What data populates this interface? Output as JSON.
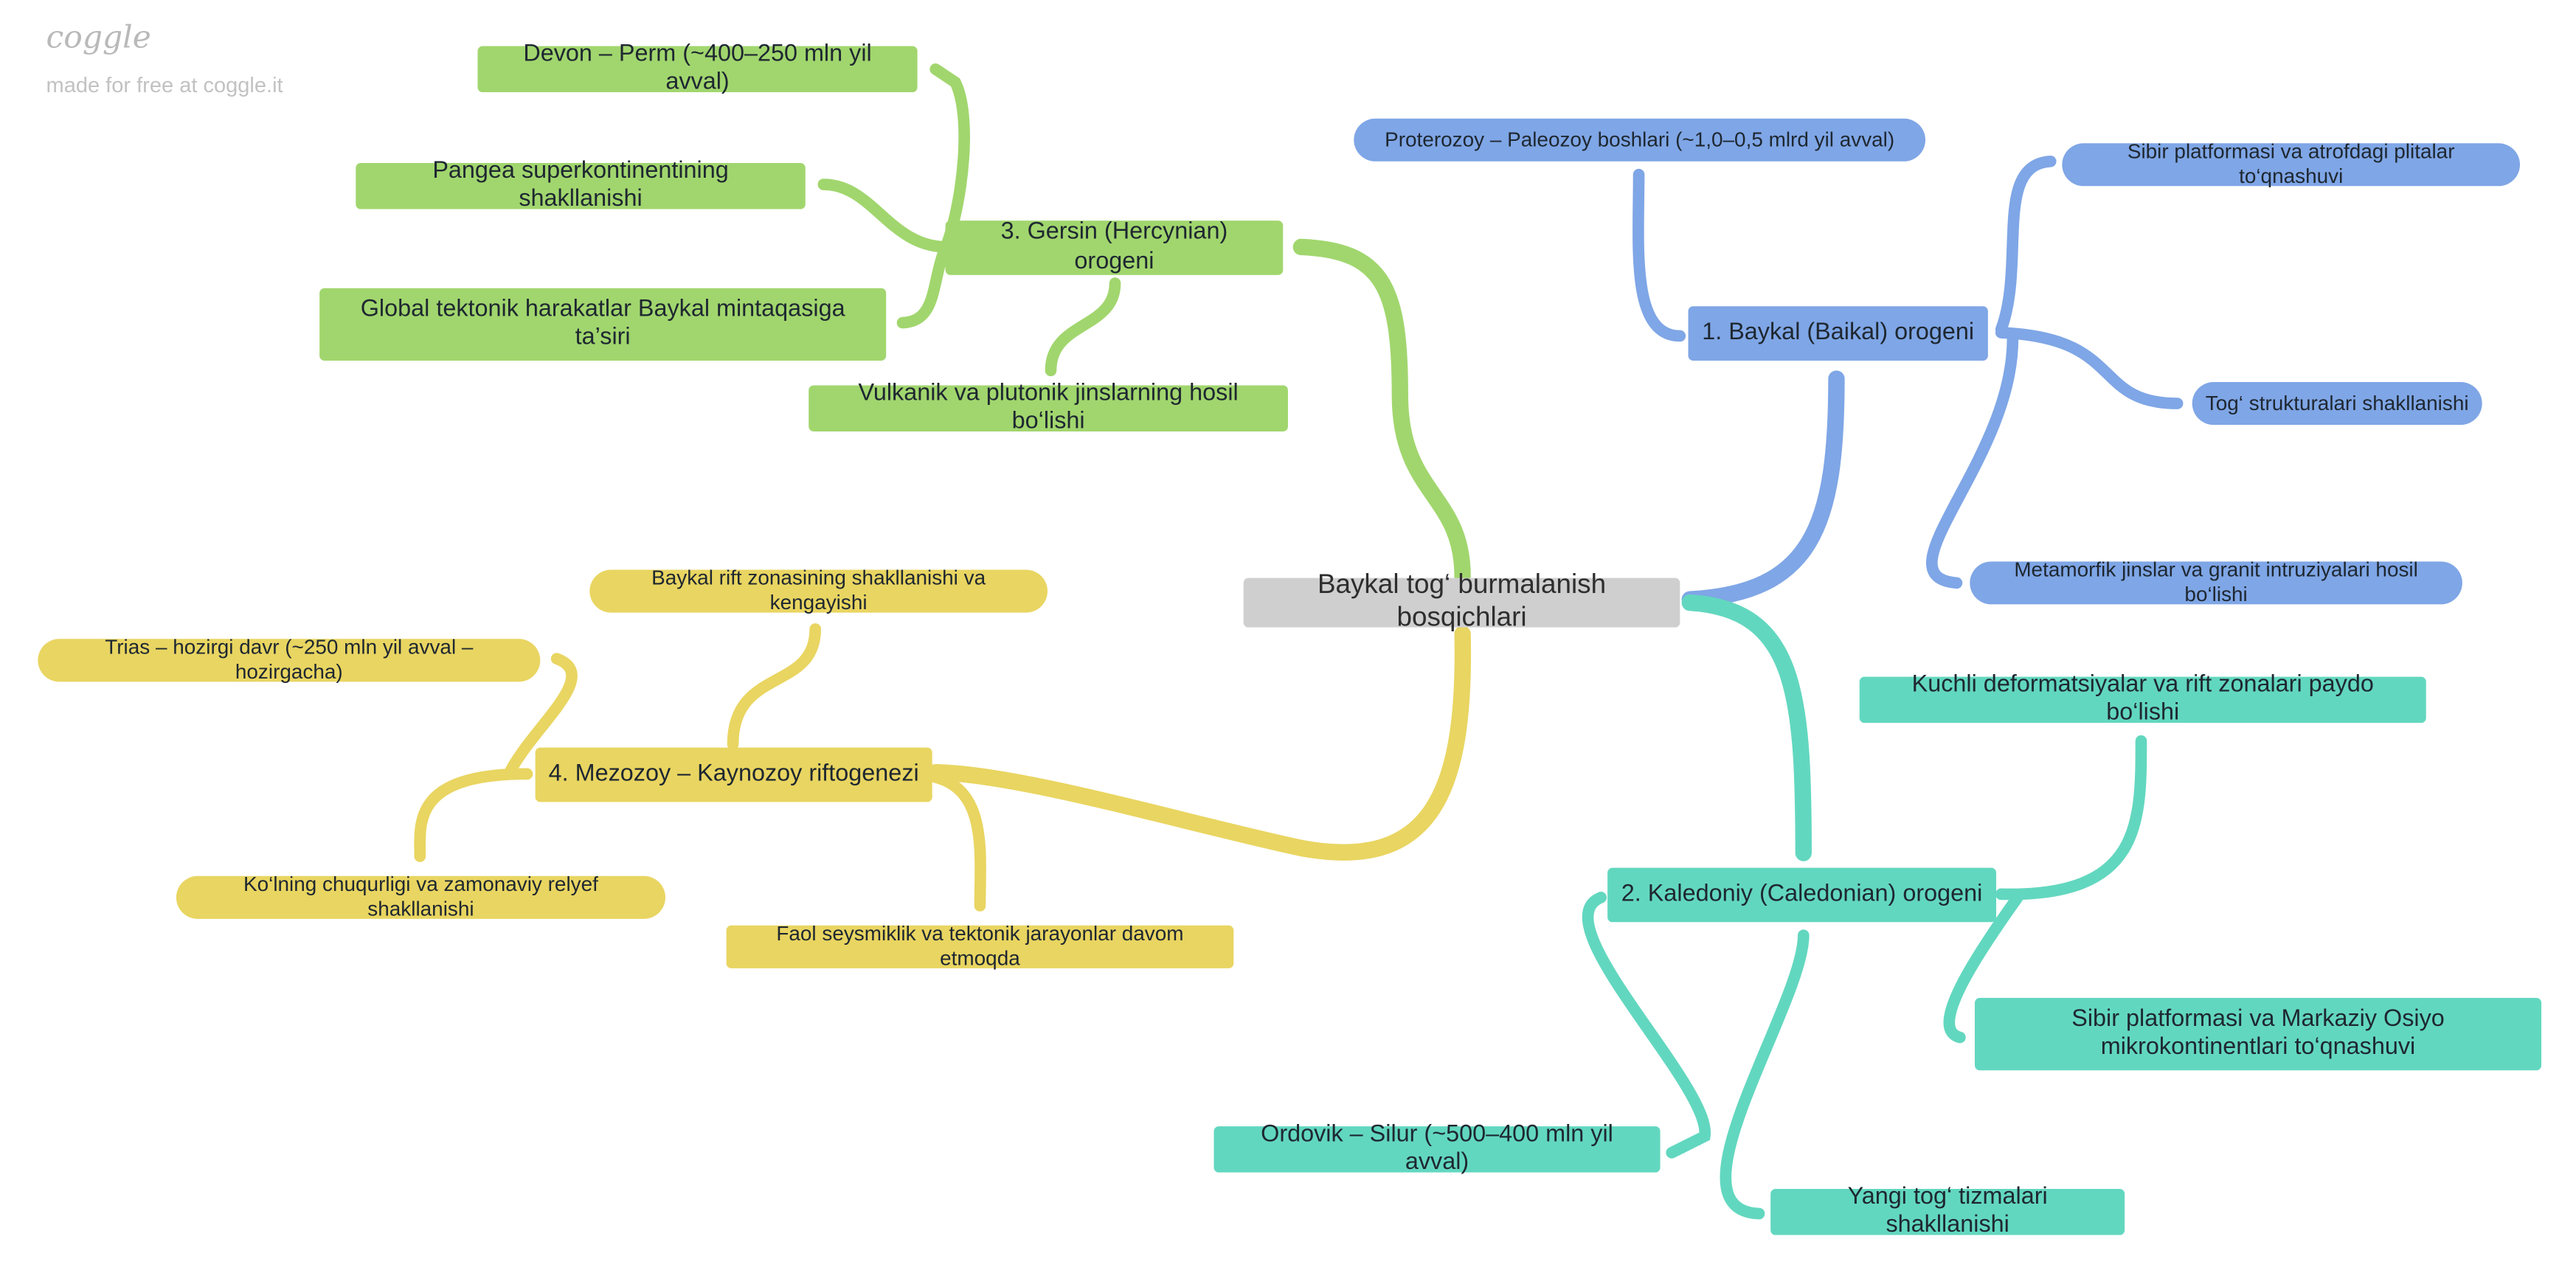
{
  "branding": {
    "logo": "coggle",
    "tagline": "made for free at coggle.it"
  },
  "colors": {
    "green": "#a1d66e",
    "blue": "#7fa6e6",
    "teal": "#62d7bf",
    "yellow": "#e9d561",
    "root": "#cfcfcf"
  },
  "root": "Baykal tog‘ burmalanish bosqichlari",
  "gersin": {
    "title": "3. Gersin (Hercynian) orogeni",
    "devon": "Devon – Perm (~400–250 mln yil avval)",
    "pangea": "Pangea superkontinentining shakllanishi",
    "global": "Global tektonik harakatlar Baykal mintaqasiga ta’siri",
    "vulkanik": "Vulkanik va plutonik jinslarning hosil bo‘lishi"
  },
  "baykal": {
    "title": "1. Baykal (Baikal) orogeni",
    "proterozoy": "Proterozoy – Paleozoy boshlari (~1,0–0,5 mlrd yil avval)",
    "sibir": "Sibir platformasi va atrofdagi plitalar to‘qnashuvi",
    "tog": "Tog‘ strukturalari shakllanishi",
    "metamorfik": "Metamorfik jinslar va granit intruziyalari hosil bo‘lishi"
  },
  "kaledoniy": {
    "title": "2. Kaledoniy (Caledonian) orogeni",
    "kuchli": "Kuchli deformatsiyalar va rift zonalari paydo bo‘lishi",
    "sibir": "Sibir platformasi va Markaziy Osiyo mikrokontinentlari to‘qnashuvi",
    "ordovik": "Ordovik – Silur (~500–400 mln yil avval)",
    "yangi": "Yangi tog‘ tizmalari shakllanishi"
  },
  "mezozoy": {
    "title": "4. Mezozoy – Kaynozoy riftogenezi",
    "rift": "Baykal rift zonasining shakllanishi va kengayishi",
    "trias": "Trias – hozirgi davr (~250 mln yil avval – hozirgacha)",
    "kol": "Ko‘lning chuqurligi va zamonaviy relyef shakllanishi",
    "faol": "Faol seysmiklik va tektonik jarayonlar davom etmoqda"
  }
}
